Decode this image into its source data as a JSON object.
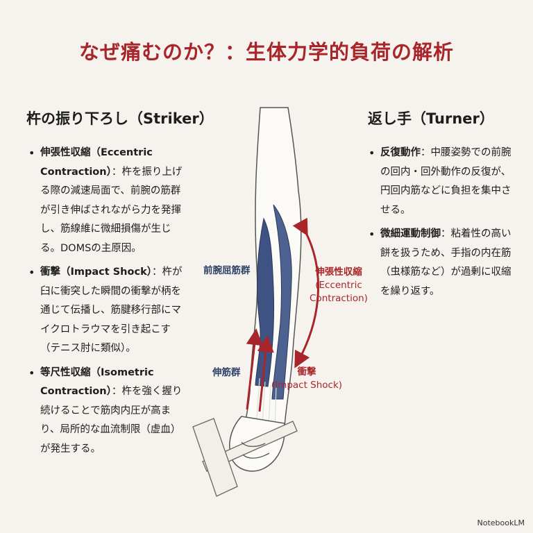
{
  "title": "なぜ痛むのか？：生体力学的負荷の解析",
  "left": {
    "heading": "杵の振り下ろし（Striker）",
    "items": [
      {
        "term": "伸張性収縮（Eccentric Contraction）",
        "text": "：杵を振り上げる際の減速局面で、前腕の筋群が引き伸ばされながら力を発揮し、筋線維に微細損傷が生じる。DOMSの主原因。"
      },
      {
        "term": "衝撃（Impact Shock）",
        "text": "：杵が臼に衝突した瞬間の衝撃が柄を通じて伝播し、筋腱移行部にマイクロトラウマを引き起こす（テニス肘に類似）。"
      },
      {
        "term": "等尺性収縮（Isometric Contraction）",
        "text": "：杵を強く握り続けることで筋肉内圧が高まり、局所的な血流制限（虚血）が発生する。"
      }
    ]
  },
  "right": {
    "heading": "返し手（Turner）",
    "items": [
      {
        "term": "反復動作",
        "text": "：中腰姿勢での前腕の回内・回外動作の反復が、円回内筋などに負担を集中させる。"
      },
      {
        "term": "微細運動制御",
        "text": "：粘着性の高い餅を扱うため、手指の内在筋（虫様筋など）が過剰に収縮を繰り返す。"
      }
    ]
  },
  "diagram": {
    "flexor_label": "前腕屈筋群",
    "extensor_label": "伸筋群",
    "eccentric_label": "伸張性収縮",
    "eccentric_sub": "(Eccentric Contraction)",
    "impact_label": "衝撃",
    "impact_sub": "(Impact Shock)"
  },
  "colors": {
    "title": "#a8262a",
    "muscle": "#3e5283",
    "arrow": "#a8262a",
    "background": "#f6f3ee"
  },
  "footer": "NotebookLM"
}
